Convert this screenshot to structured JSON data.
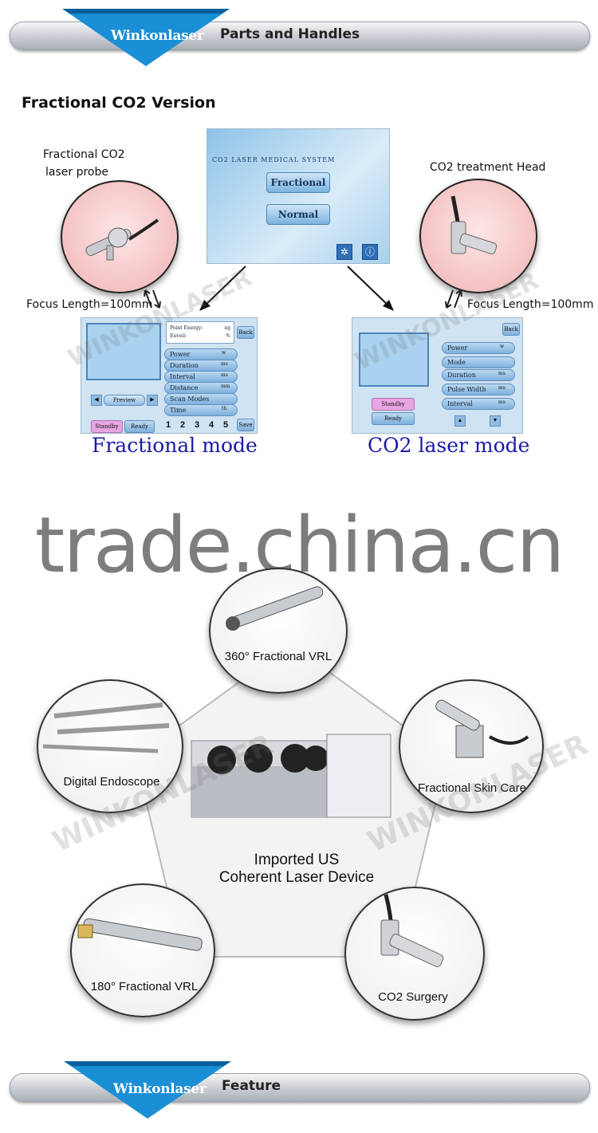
{
  "header": {
    "brand": "Winkonlaser",
    "title": "Parts and Handles"
  },
  "section_title": "Fractional CO2 Version",
  "left_probe": {
    "label_line1": "Fractional CO2",
    "label_line2": "laser probe",
    "focus": "Focus Length=100mm"
  },
  "right_probe": {
    "label": "CO2 treatment Head",
    "focus": "Focus Length=100mm"
  },
  "main_screen": {
    "title": "CO2 LASER MEDICAL SYSTEM",
    "buttons": [
      "Fractional",
      "Normal"
    ]
  },
  "fractional_screen": {
    "info": [
      "Point Energy:",
      "Enveil:"
    ],
    "info_units": [
      "mj",
      "%"
    ],
    "back": "Back",
    "rows": [
      "Power",
      "Duration",
      "Interval",
      "Distance",
      "Scan Modes",
      "Time"
    ],
    "row_units": [
      "w",
      "ms",
      "ms",
      "mm",
      "",
      "th"
    ],
    "preview": "Preview",
    "standby": "Standby",
    "ready": "Ready",
    "numbers": [
      "1",
      "2",
      "3",
      "4",
      "5"
    ],
    "save": "Save",
    "caption": "Fractional mode"
  },
  "co2_screen": {
    "back": "Back",
    "rows": [
      "Power",
      "Mode",
      "Duration",
      "Pulse Width",
      "Interval"
    ],
    "row_units": [
      "w",
      "",
      "ms",
      "ms",
      "ms"
    ],
    "standby": "Standby",
    "ready": "Ready",
    "caption": "CO2 laser mode"
  },
  "watermark": "WINKONLASER",
  "trade_watermark": "trade.china.cn",
  "parts": {
    "top": "360° Fractional VRL",
    "left": "Digital Endoscope",
    "right": "Fractional Skin Care",
    "bottom_left": "180° Fractional VRL",
    "bottom_right": "CO2 Surgery",
    "center_line1": "Imported US",
    "center_line2": "Coherent Laser Device"
  },
  "footer": {
    "brand": "Winkonlaser",
    "title": "Feature"
  }
}
